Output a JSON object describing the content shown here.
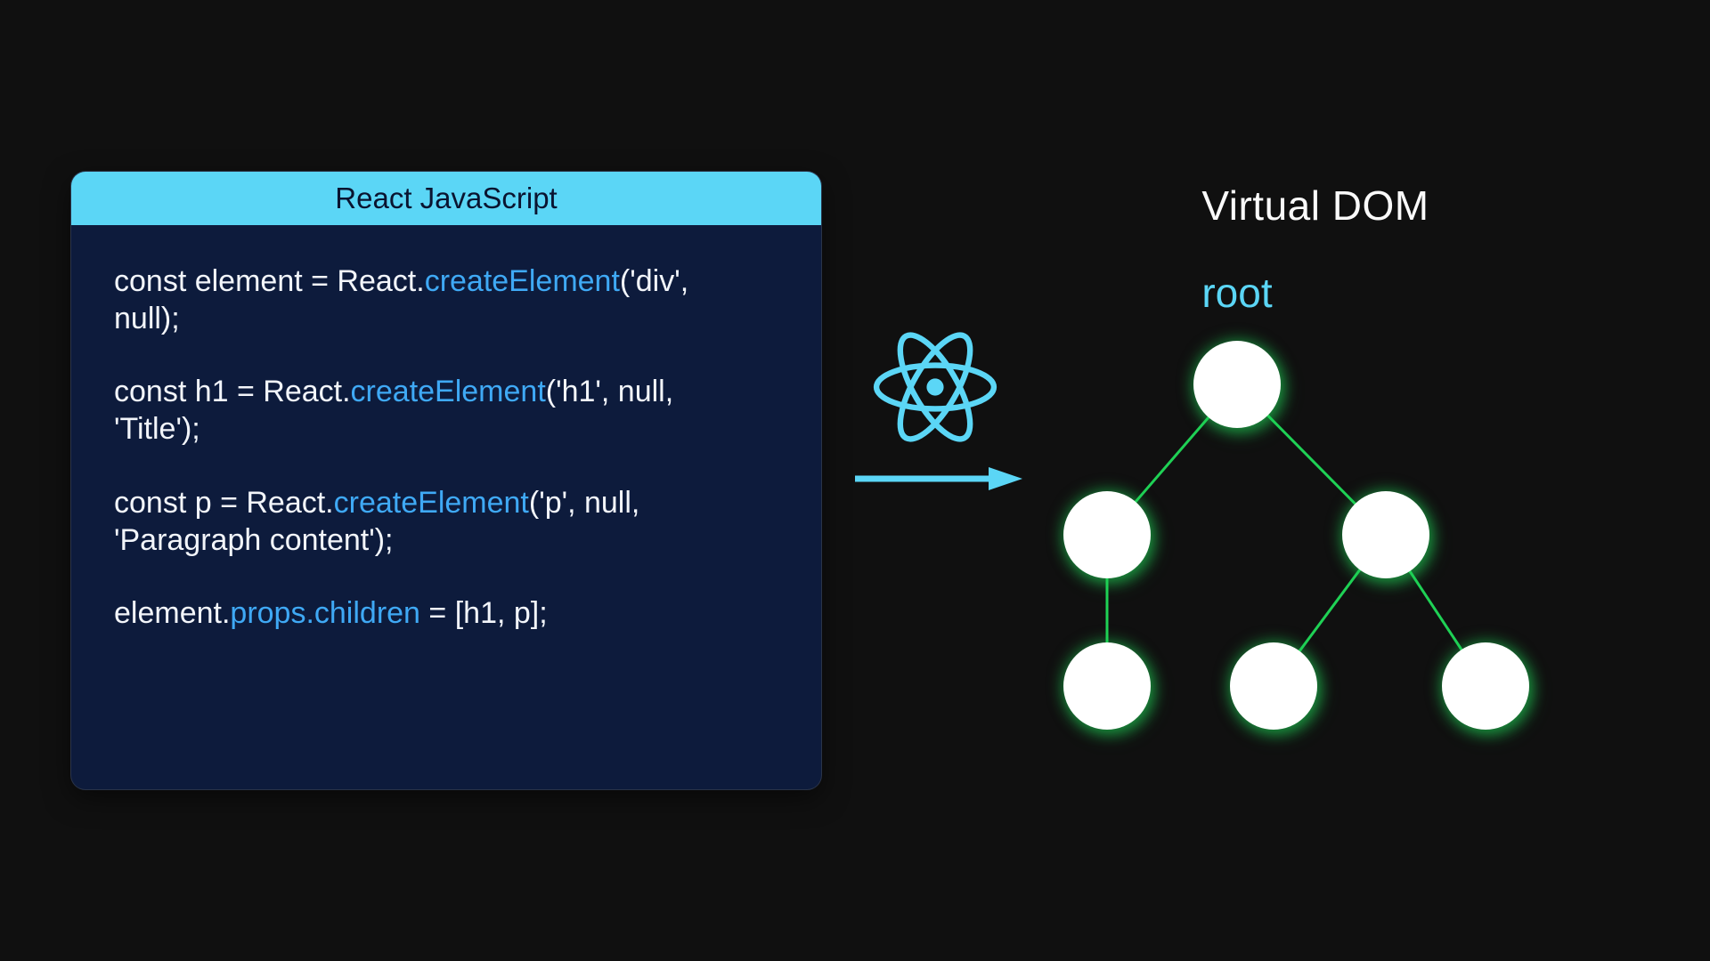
{
  "colors": {
    "page_bg": "#101010",
    "panel_header_bg": "#5bd6f6",
    "panel_header_text": "#0a1430",
    "panel_body_bg": "#0d1b3c",
    "code_text": "#f2f5fa",
    "code_highlight": "#3fa9f5",
    "accent_cyan": "#5bd6f6",
    "tree_edge_green": "#1fd155",
    "node_fill": "#ffffff"
  },
  "code_panel": {
    "title": "React JavaScript",
    "statements": [
      {
        "lines": [
          [
            {
              "t": "const element = React.",
              "h": false
            },
            {
              "t": "createElement",
              "h": true
            },
            {
              "t": "('div',",
              "h": false
            }
          ],
          [
            {
              "t": "null);",
              "h": false
            }
          ]
        ]
      },
      {
        "lines": [
          [
            {
              "t": "const h1 = React.",
              "h": false
            },
            {
              "t": "createElement",
              "h": true
            },
            {
              "t": "('h1', null,",
              "h": false
            }
          ],
          [
            {
              "t": "'Title');",
              "h": false
            }
          ]
        ]
      },
      {
        "lines": [
          [
            {
              "t": "const p = React.",
              "h": false
            },
            {
              "t": "createElement",
              "h": true
            },
            {
              "t": "('p', null,",
              "h": false
            }
          ],
          [
            {
              "t": "'Paragraph content');",
              "h": false
            }
          ]
        ]
      },
      {
        "lines": [
          [
            {
              "t": "element.",
              "h": false
            },
            {
              "t": "props.children",
              "h": true
            },
            {
              "t": " = [h1, p];",
              "h": false
            }
          ]
        ]
      }
    ]
  },
  "virtual_dom": {
    "title": "Virtual DOM",
    "root_label": "root",
    "tree": {
      "nodes": [
        {
          "id": "root",
          "label": "root"
        },
        {
          "id": "n1",
          "label": ""
        },
        {
          "id": "n2",
          "label": ""
        },
        {
          "id": "n3",
          "label": ""
        },
        {
          "id": "n4",
          "label": ""
        },
        {
          "id": "n5",
          "label": ""
        }
      ],
      "edges": [
        [
          "root",
          "n1"
        ],
        [
          "root",
          "n2"
        ],
        [
          "n1",
          "n3"
        ],
        [
          "n2",
          "n4"
        ],
        [
          "n2",
          "n5"
        ]
      ]
    }
  }
}
